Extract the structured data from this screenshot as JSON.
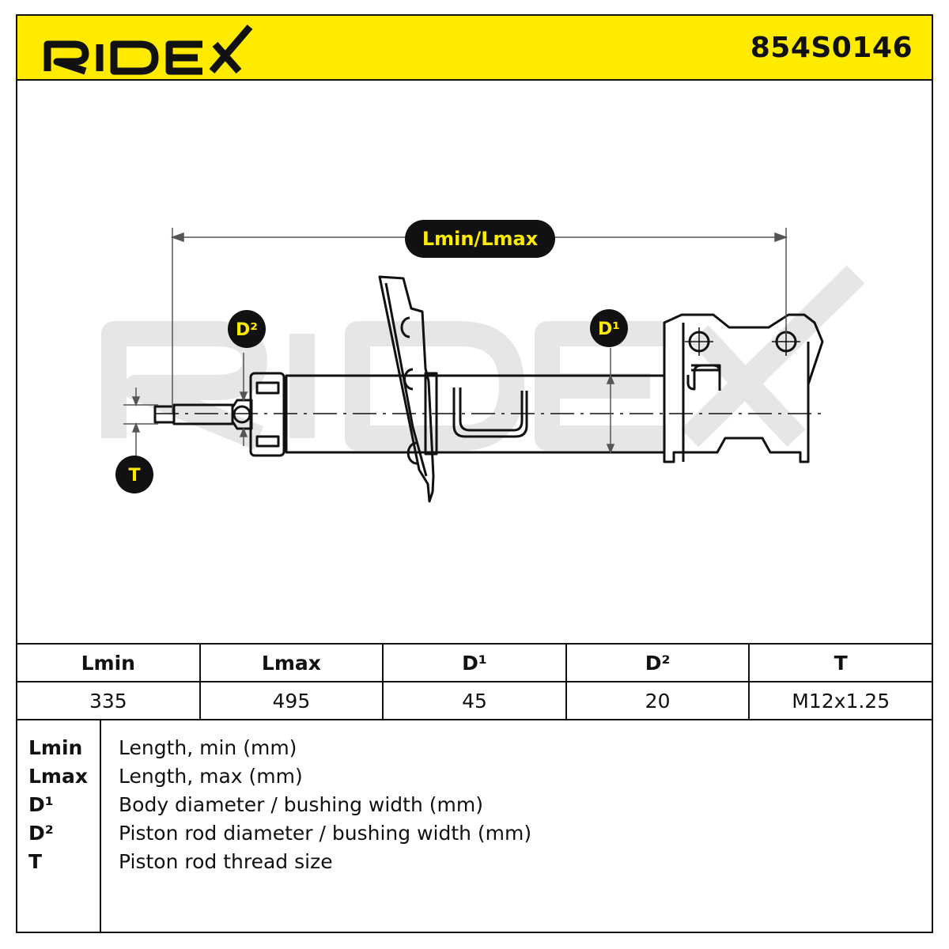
{
  "header": {
    "brand": "RIDEX",
    "part_number": "854S0146",
    "background_color": "#ffeb00"
  },
  "drawing": {
    "labels": {
      "length": "Lmin/Lmax",
      "d2": "D²",
      "d1": "D¹",
      "thread": "T"
    },
    "watermark": "RIDEX",
    "label_fill": "#111111",
    "label_text_color": "#ffeb00"
  },
  "specs": {
    "headers": [
      "Lmin",
      "Lmax",
      "D¹",
      "D²",
      "T"
    ],
    "values": [
      "335",
      "495",
      "45",
      "20",
      "M12x1.25"
    ]
  },
  "legend": [
    {
      "key": "Lmin",
      "desc": "Length, min (mm)"
    },
    {
      "key": "Lmax",
      "desc": "Length, max (mm)"
    },
    {
      "key": "D¹",
      "desc": "Body diameter / bushing width (mm)"
    },
    {
      "key": "D²",
      "desc": "Piston rod diameter / bushing width (mm)"
    },
    {
      "key": "T",
      "desc": "Piston rod thread size"
    }
  ]
}
